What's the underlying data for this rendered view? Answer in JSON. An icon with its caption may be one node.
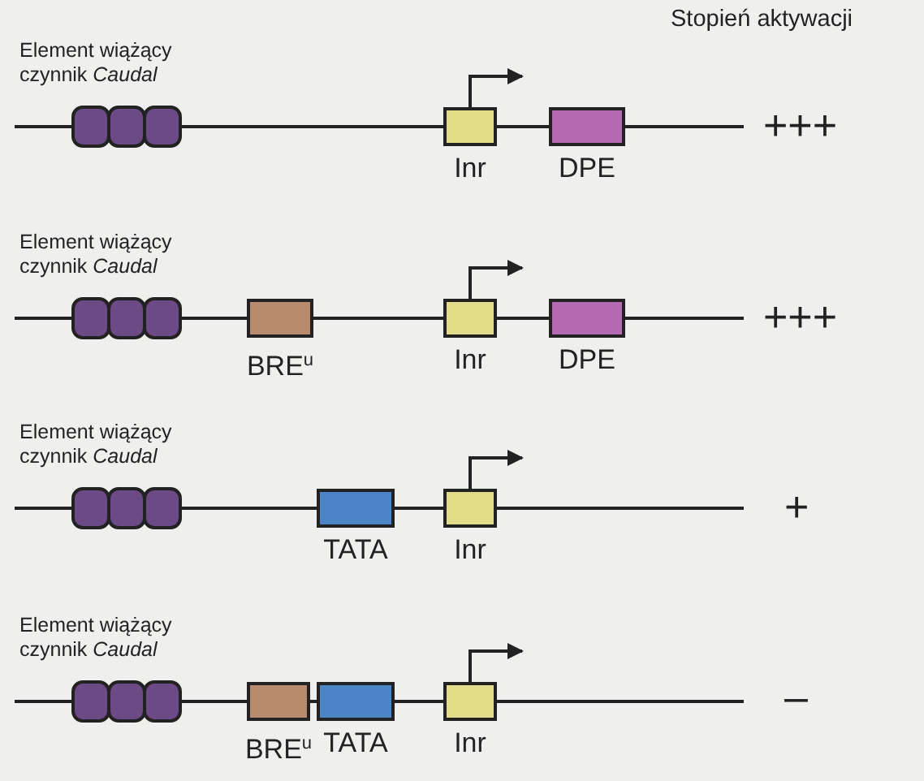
{
  "diagram": {
    "nodes": [
      {
        "text": [
          "Element wiążący czynnik *Caudal*"
        ]
      },
      {
        "text": [
          "Inr"
        ]
      },
      {
        "text": [
          "DPE"
        ]
      },
      {
        "text": [
          "Element wiążący czynnik *Caudal*"
        ]
      },
      {
        "text": [
          "BRE$^{u}$"
        ]
      },
      {
        "text": [
          "Inr"
        ]
      },
      {
        "text": [
          "DPE"
        ]
      },
      {
        "text": [
          "Element wiążący czynnik *Caudal*"
        ]
      },
      {
        "text": [
          "TATA"
        ]
      },
      {
        "text": [
          "Inr"
        ]
      },
      {
        "text": [
          "Element wiążący czynnik *Caudal*"
        ]
      },
      {
        "text": [
          "BRE$^{u}$"
        ]
      },
      {
        "text": [
          "TATA"
        ]
      },
      {
        "text": [
          "Inr"
        ]
      }
    ],
    "edges": [
      {
        "from": 1,
        "to": null,
        "arrow": "to"
      },
      {
        "from": 5,
        "to": null,
        "arrow": "to"
      },
      {
        "from": 9,
        "to": null,
        "arrow": "to"
      },
      {
        "from": 13,
        "to": null,
        "arrow": "to"
      }
    ],
    "labels": [
      "Stopień aktywacji",
      "+++",
      "+++",
      "+",
      "–"
    ]
  }
}
